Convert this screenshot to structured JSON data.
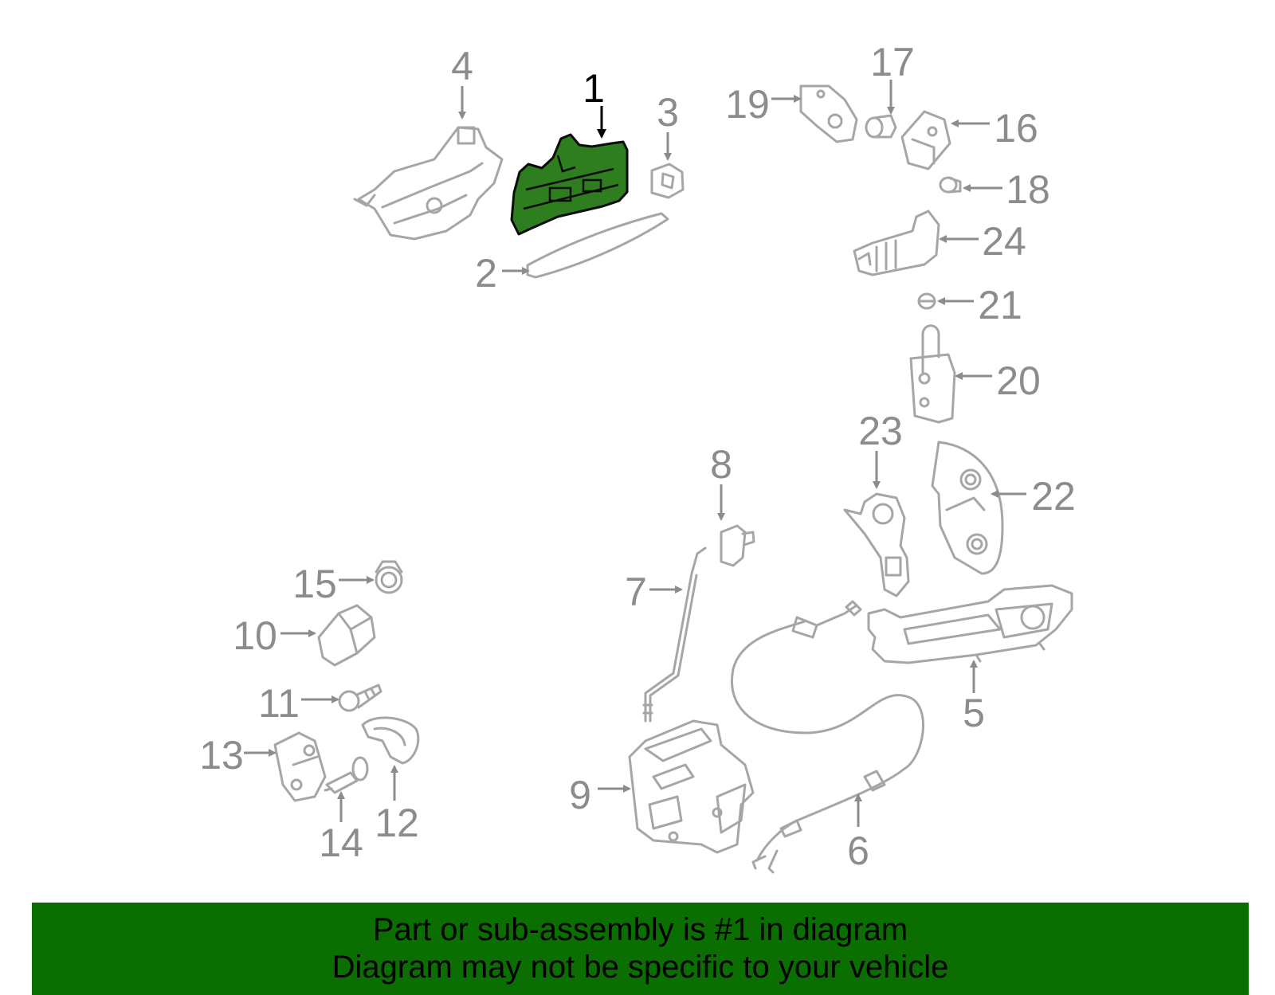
{
  "diagram": {
    "highlighted_part": "1",
    "callouts": [
      "1",
      "2",
      "3",
      "4",
      "5",
      "6",
      "7",
      "8",
      "9",
      "10",
      "11",
      "12",
      "13",
      "14",
      "15",
      "16",
      "17",
      "18",
      "19",
      "20",
      "21",
      "22",
      "23",
      "24"
    ]
  },
  "banner": {
    "line1": "Part or sub-assembly is #1 in diagram",
    "line2": "Diagram may not be specific to your vehicle",
    "color": "#0a6e00"
  },
  "colors": {
    "highlight_fill": "#2e7d1e",
    "part_stroke": "#a6a6a6",
    "label": "#8c8c8c"
  }
}
